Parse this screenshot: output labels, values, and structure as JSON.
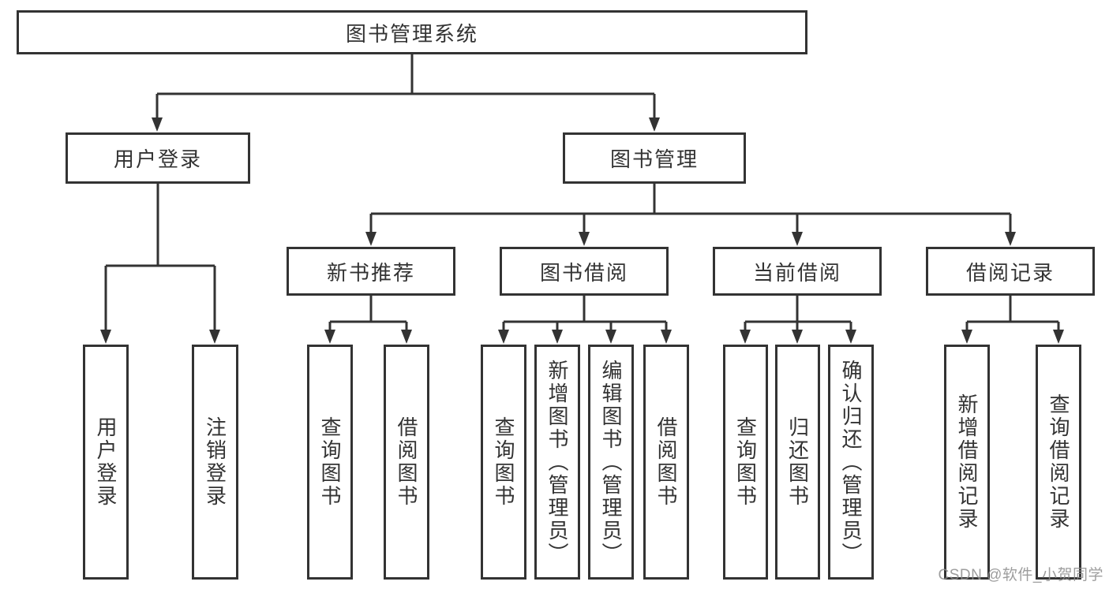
{
  "diagram": {
    "root": {
      "label": "图书管理系统"
    },
    "branches": [
      {
        "label": "用户登录",
        "children": [
          {
            "label": "用户登录"
          },
          {
            "label": "注销登录"
          }
        ]
      },
      {
        "label": "图书管理",
        "children": [
          {
            "label": "新书推荐",
            "children": [
              {
                "label": "查询图书"
              },
              {
                "label": "借阅图书"
              }
            ]
          },
          {
            "label": "图书借阅",
            "children": [
              {
                "label": "查询图书"
              },
              {
                "label": "新增图书（管理员）"
              },
              {
                "label": "编辑图书（管理员）"
              },
              {
                "label": "借阅图书"
              }
            ]
          },
          {
            "label": "当前借阅",
            "children": [
              {
                "label": "查询图书"
              },
              {
                "label": "归还图书"
              },
              {
                "label": "确认归还（管理员）"
              }
            ]
          },
          {
            "label": "借阅记录",
            "children": [
              {
                "label": "新增借阅记录"
              },
              {
                "label": "查询借阅记录"
              }
            ]
          }
        ]
      }
    ]
  },
  "watermark": {
    "text": "CSDN @软件_小贺同学"
  },
  "colors": {
    "line": "#333333",
    "text": "#333333",
    "background": "#ffffff",
    "watermark": "#8c8c8c"
  }
}
